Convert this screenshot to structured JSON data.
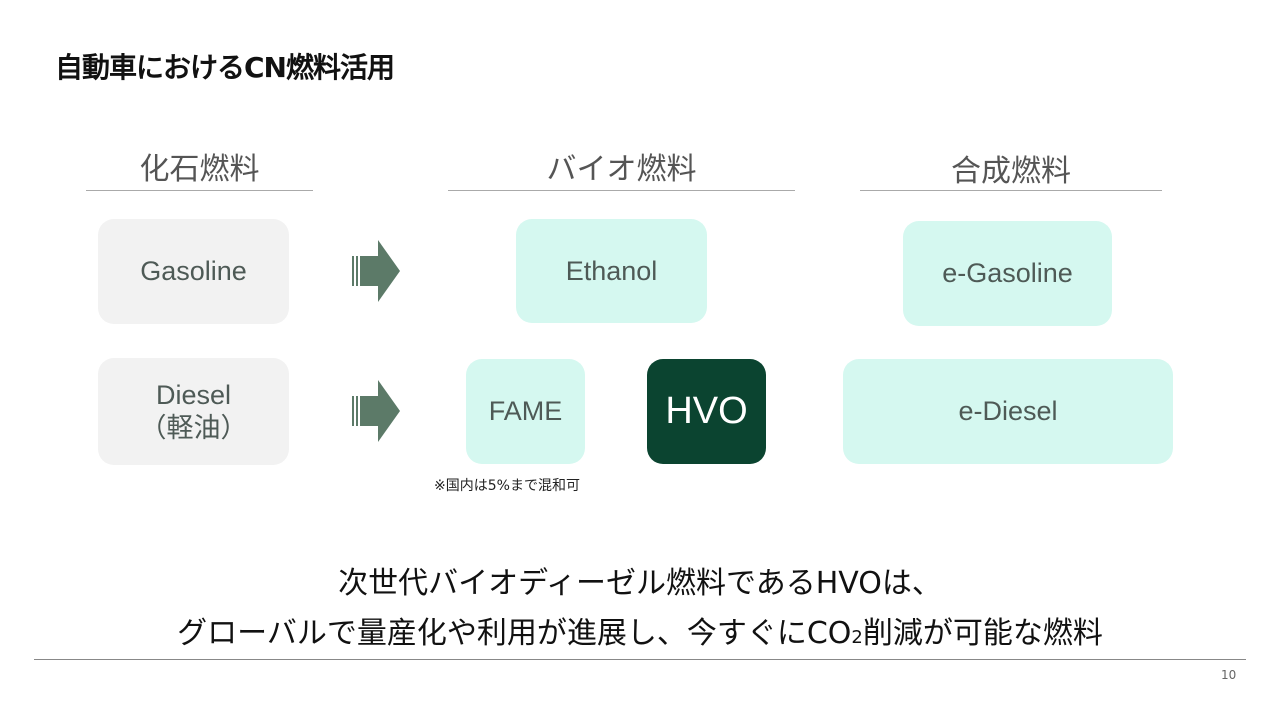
{
  "title": "自動車におけるCN燃料活用",
  "columns": {
    "fossil": "化石燃料",
    "bio": "バイオ燃料",
    "synthetic": "合成燃料"
  },
  "boxes": {
    "gasoline": "Gasoline",
    "diesel_line1": "Diesel",
    "diesel_line2": "（軽油）",
    "ethanol": "Ethanol",
    "fame": "FAME",
    "hvo": "HVO",
    "e_gasoline": "e-Gasoline",
    "e_diesel": "e-Diesel"
  },
  "note": "※国内は5%まで混和可",
  "message": {
    "line1": "次世代バイオディーゼル燃料であるHVOは、",
    "line2_a": "グローバルで量産化や利用が進展し、今すぐにCO",
    "line2_sub": "2",
    "line2_b": "削減が可能な燃料"
  },
  "page_number": "10",
  "colors": {
    "mint": "#d5f8f0",
    "dark_green": "#0b4430",
    "gray": "#f2f2f2",
    "arrow": "#5c7a68"
  }
}
